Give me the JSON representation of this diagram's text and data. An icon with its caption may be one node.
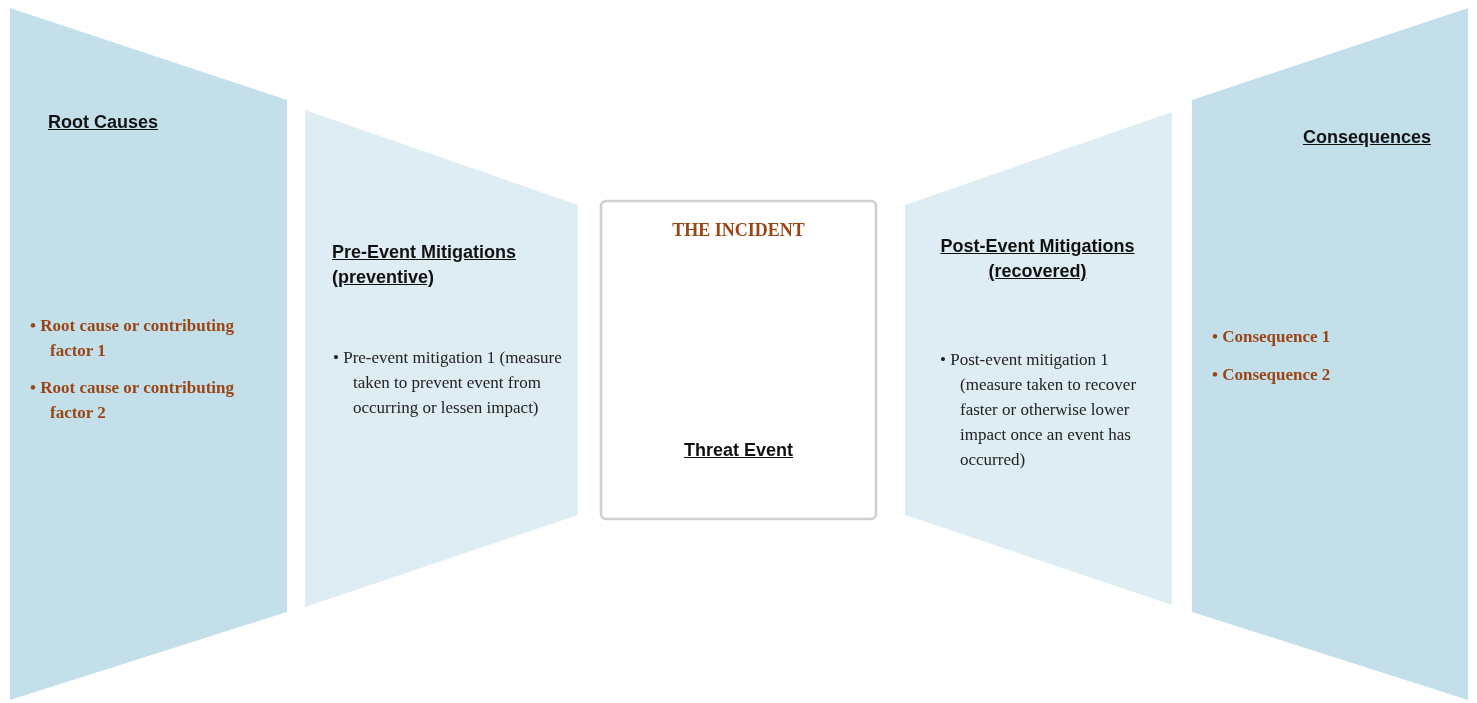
{
  "diagram": {
    "nodes": [
      {
        "text": [
          "Root Causes",
          "• Root cause or contributing factor 1",
          "• Root cause or contributing factor 2"
        ]
      },
      {
        "text": [
          "Pre-Event Mitigations (preventive)",
          "• Pre-event mitigation 1 (measure taken to prevent event from occurring or lessen impact)"
        ]
      },
      {
        "text": [
          "THE INCIDENT",
          "Threat Event"
        ]
      },
      {
        "text": [
          "Post-Event Mitigations (recovered)",
          "• Post-event mitigation 1 (measure taken to recover faster or otherwise lower impact once an event has occurred)"
        ]
      },
      {
        "text": [
          "Consequences",
          "• Consequence 1",
          "• Consequence 2"
        ]
      }
    ]
  }
}
